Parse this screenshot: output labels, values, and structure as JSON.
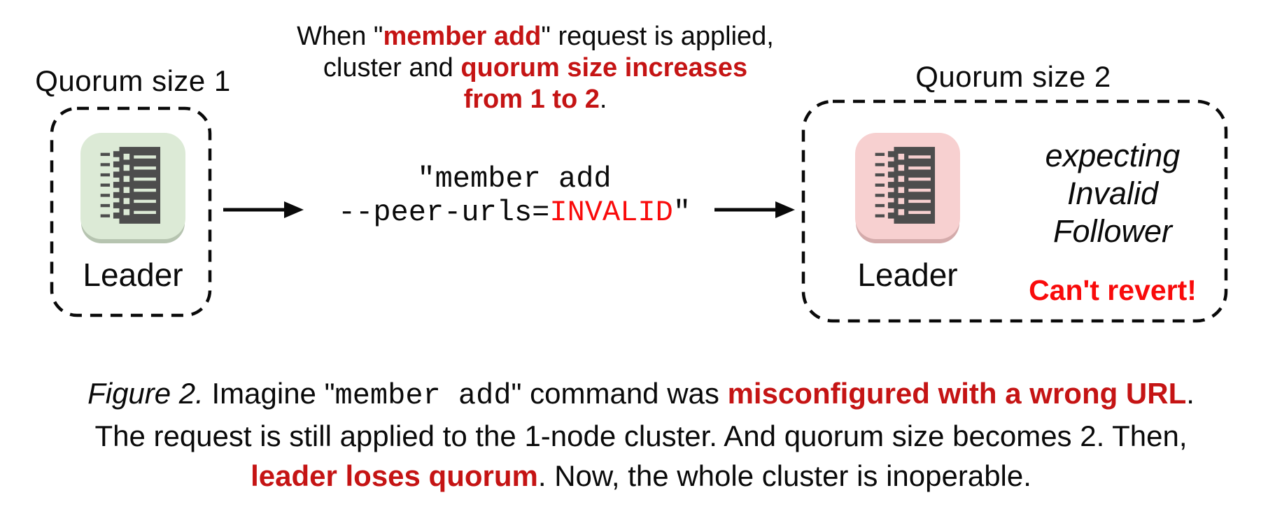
{
  "colors": {
    "dark_red": "#c51414",
    "bright_red": "#f90b0b",
    "icon_dark": "#4d4d4d",
    "green_bg": "#dcead6",
    "green_shadow": "#b6c4b0",
    "pink_bg": "#f7d0d0",
    "pink_shadow": "#d4abab",
    "line_black": "#0a0a0a"
  },
  "left_cluster": {
    "title": "Quorum size 1",
    "node_label": "Leader"
  },
  "right_cluster": {
    "title": "Quorum size 2",
    "node_label": "Leader",
    "expecting_line1": "expecting",
    "expecting_line2": "Invalid",
    "expecting_line3": "Follower",
    "warning": "Can't revert!"
  },
  "annotation": {
    "l1_pre": "When \"",
    "l1_red": "member add",
    "l1_post": "\" request is applied,",
    "l2_pre": "cluster and ",
    "l2_red": "quorum size increases",
    "l3_red": "from 1 to 2",
    "l3_post": "."
  },
  "command": {
    "line1": "\"member add",
    "l2_black": "--peer-urls=",
    "l2_red": "INVALID",
    "l2_close": "\""
  },
  "caption": {
    "fig_label": "Figure 2.",
    "s1": " Imagine \"",
    "code": "member add",
    "s2": "\" command was ",
    "red1": "misconfigured with a wrong URL",
    "s3": ".",
    "line2": "The request is still applied to the 1-node cluster. And quorum size becomes 2. Then,",
    "red2": "leader loses quorum",
    "line3_rest": ". Now, the whole cluster is inoperable."
  }
}
